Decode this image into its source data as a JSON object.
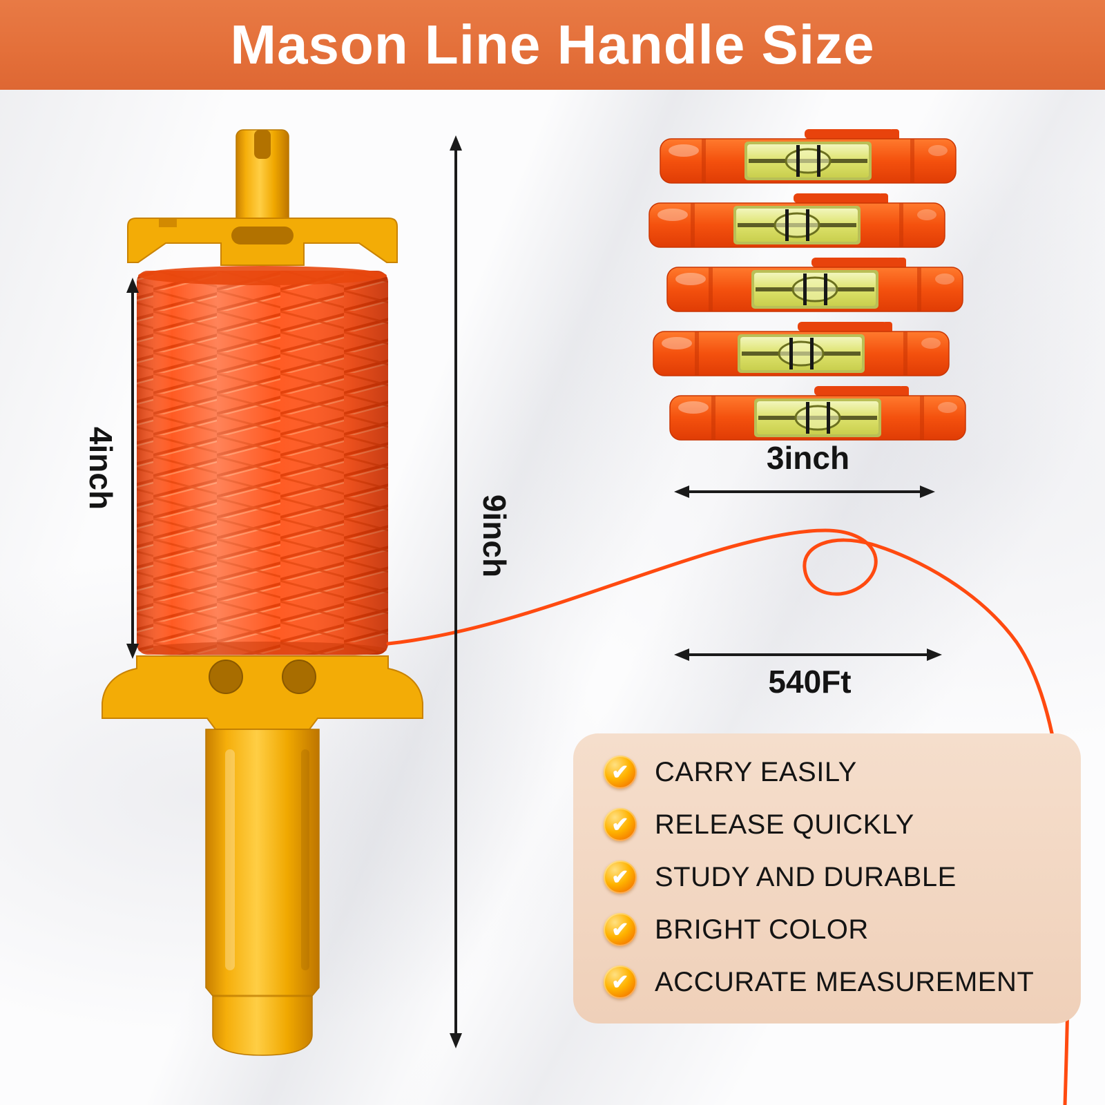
{
  "header": {
    "title": "Mason Line Handle Size"
  },
  "dimensions": {
    "spool_height": "4inch",
    "total_height": "9inch",
    "level_length": "3inch",
    "line_length": "540Ft"
  },
  "features": {
    "items": [
      "CARRY EASILY",
      "RELEASE QUICKLY",
      "STUDY AND DURABLE",
      "BRIGHT COLOR",
      "ACCURATE MEASUREMENT"
    ]
  },
  "icons": {
    "feature_bullet": "check-icon",
    "dimension_marker": "double-arrow-icon"
  },
  "colors": {
    "header_bg": "#E4703A",
    "string_orange": "#FF4A10",
    "thread_orange": "#FF5A22",
    "handle_yellow": "#F3AC06",
    "level_orange": "#F4510E",
    "vial_green": "#DDE26B",
    "panel_bg": "#F3D9C6",
    "dimension_line": "#1A1A1A"
  }
}
